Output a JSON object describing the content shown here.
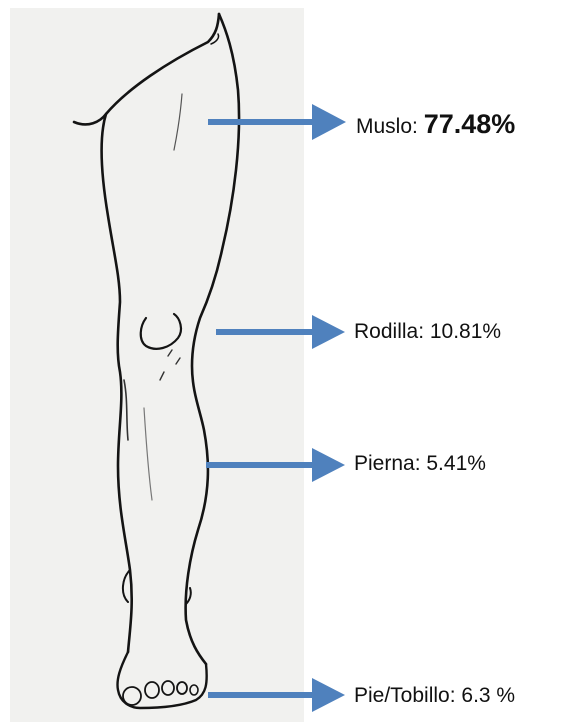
{
  "colors": {
    "arrow": "#4f81bd",
    "paper": "#f1f1ef",
    "ink": "#111111"
  },
  "labels": [
    {
      "name": "Muslo",
      "text": "Muslo: ",
      "value": "77.48%",
      "emphasis": "bold"
    },
    {
      "name": "Rodilla",
      "text": "Rodilla: 10.81%"
    },
    {
      "name": "Pierna",
      "text": "Pierna: 5.41%"
    },
    {
      "name": "Pie/Tobillo",
      "text": "Pie/Tobillo: 6.3 %"
    }
  ]
}
